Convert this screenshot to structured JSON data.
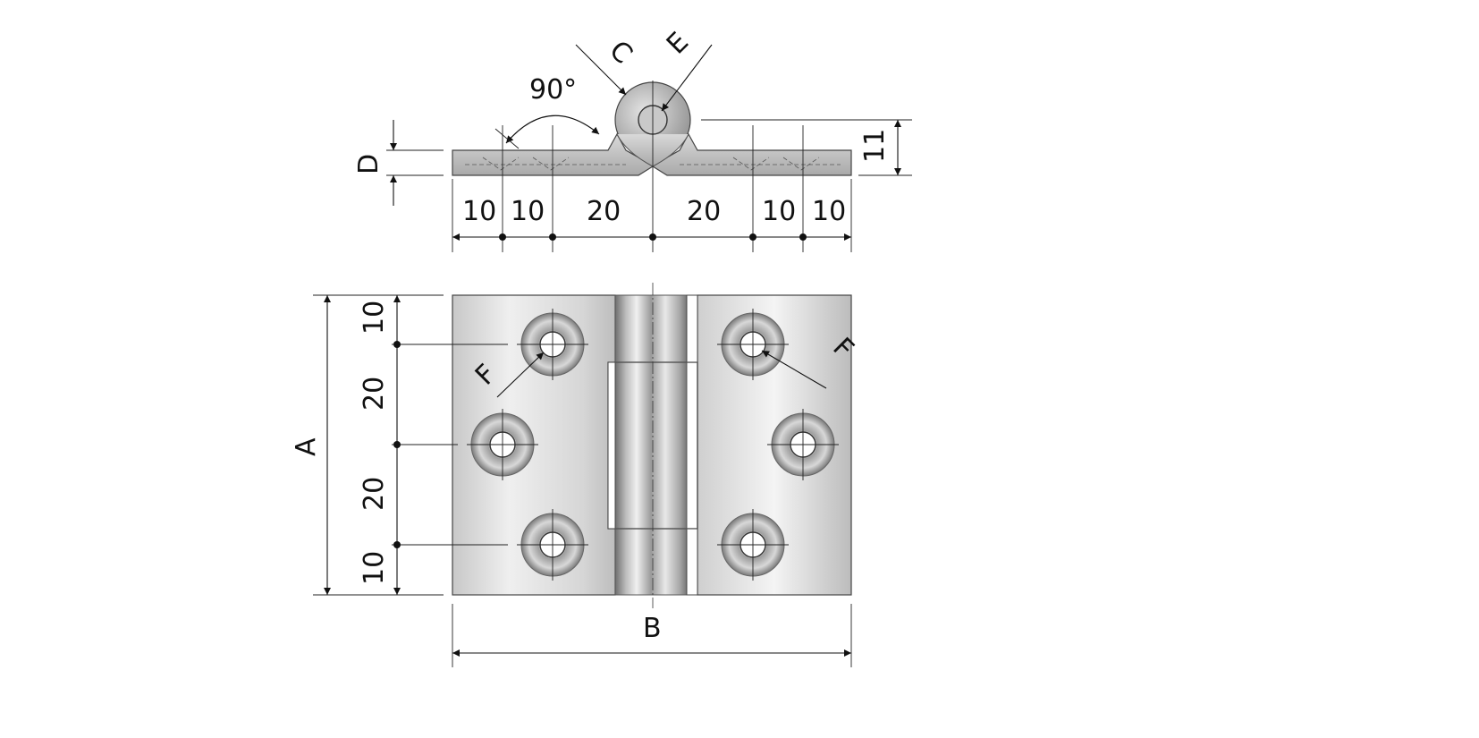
{
  "drawing": {
    "letter_labels": {
      "a": "A",
      "b": "B",
      "c": "C",
      "d": "D",
      "e": "E",
      "f": "F"
    },
    "angle_label": "90°",
    "thickness_label": "11",
    "side_dims": [
      "10",
      "10",
      "20",
      "20",
      "10",
      "10"
    ],
    "front_dims": [
      "10",
      "20",
      "20",
      "10"
    ],
    "colors": {
      "line": "#111111",
      "metal_light": "#f2f2f2",
      "metal_mid": "#cfcfcf",
      "metal_dark": "#8a8a8a"
    }
  }
}
